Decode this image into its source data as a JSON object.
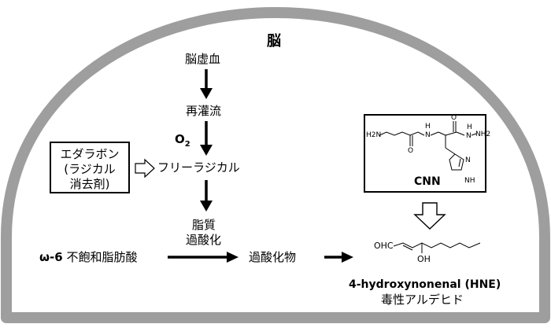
{
  "title": "脳",
  "flow": {
    "ischemia": "脳虚血",
    "reperfusion": "再灌流",
    "o2_base": "O",
    "o2_sub": "2",
    "free_radical": "フリーラジカル",
    "lipid": "脂質",
    "peroxidation": "過酸化",
    "omega6_prefix": "ω-6",
    "omega6_text": "不飽和脂肪酸",
    "peroxide": "過酸化物"
  },
  "edaravone": {
    "line1": "エダラボン",
    "line2": "(ラジカル",
    "line3": "消去剤)"
  },
  "cnn": {
    "label": "CNN",
    "atoms": {
      "h2n": "H2N",
      "n_amide": "N",
      "h_amide": "H",
      "o_left": "O",
      "o_right": "O",
      "n_hydrazide": "N",
      "h_hydrazide": "H",
      "nh2": "NH2",
      "n_ring": "N",
      "nh_ring": "NH"
    }
  },
  "hne": {
    "atoms": {
      "ohc": "OHC",
      "oh": "OH"
    },
    "name": "4-hydroxynonenal (HNE)",
    "desc": "毒性アルデヒド"
  },
  "colors": {
    "dome": "#9e9e9e",
    "stroke": "#000000",
    "white_arrow_fill": "#ffffff"
  }
}
